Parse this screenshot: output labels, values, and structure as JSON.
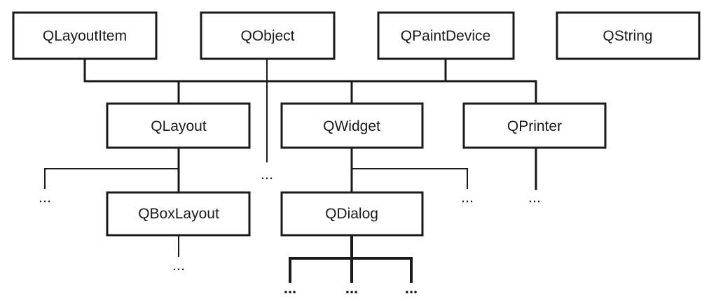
{
  "classes": {
    "qlayoutitem": "QLayoutItem",
    "qobject": "QObject",
    "qpaintdevice": "QPaintDevice",
    "qstring": "QString",
    "qlayout": "QLayout",
    "qwidget": "QWidget",
    "qprinter": "QPrinter",
    "qboxlayout": "QBoxLayout",
    "qdialog": "QDialog"
  },
  "ellipsis": "..."
}
